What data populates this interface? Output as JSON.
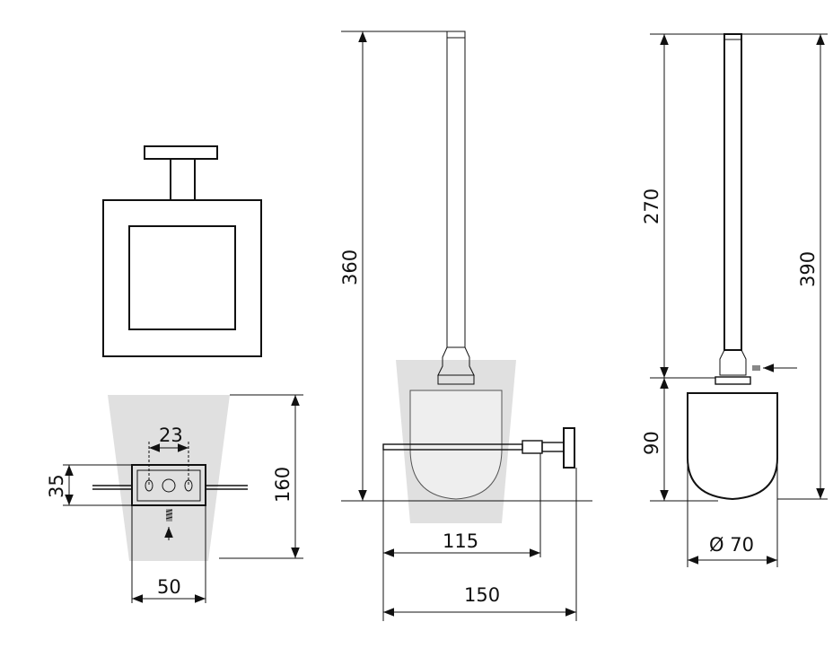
{
  "dimensions": {
    "mount_hole_spacing": "23",
    "mount_plate_height": "35",
    "mount_plate_width": "50",
    "holder_depth": "160",
    "total_height_front": "360",
    "arm_length": "115",
    "total_depth": "150",
    "handle_length": "270",
    "total_height_side": "390",
    "brush_head_height": "90",
    "head_diameter": "Ø 70"
  },
  "colors": {
    "line": "#111111",
    "shade": "#e0e0e0"
  }
}
